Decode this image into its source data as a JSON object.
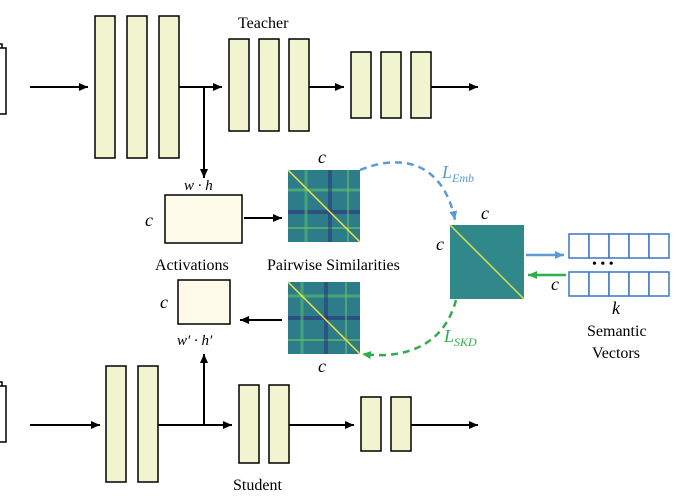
{
  "labels": {
    "teacher": "Teacher",
    "student": "Student",
    "activations": "Activations",
    "pairwise": "Pairwise Similarities",
    "semantic_line1": "Semantic",
    "semantic_line2": "Vectors"
  },
  "math": {
    "c": "c",
    "wh": "w · h",
    "wh_prime": "w′ · h′",
    "k": "k",
    "dots": "• • •",
    "l_emb_base": "L",
    "l_emb_sub": "Emb",
    "l_skd_base": "L",
    "l_skd_sub": "SKD"
  },
  "colors": {
    "emb": "#5b9bd5",
    "skd": "#2fae4e",
    "vector_border": "#3d74c8",
    "block_fill": "#f0f5cf"
  }
}
